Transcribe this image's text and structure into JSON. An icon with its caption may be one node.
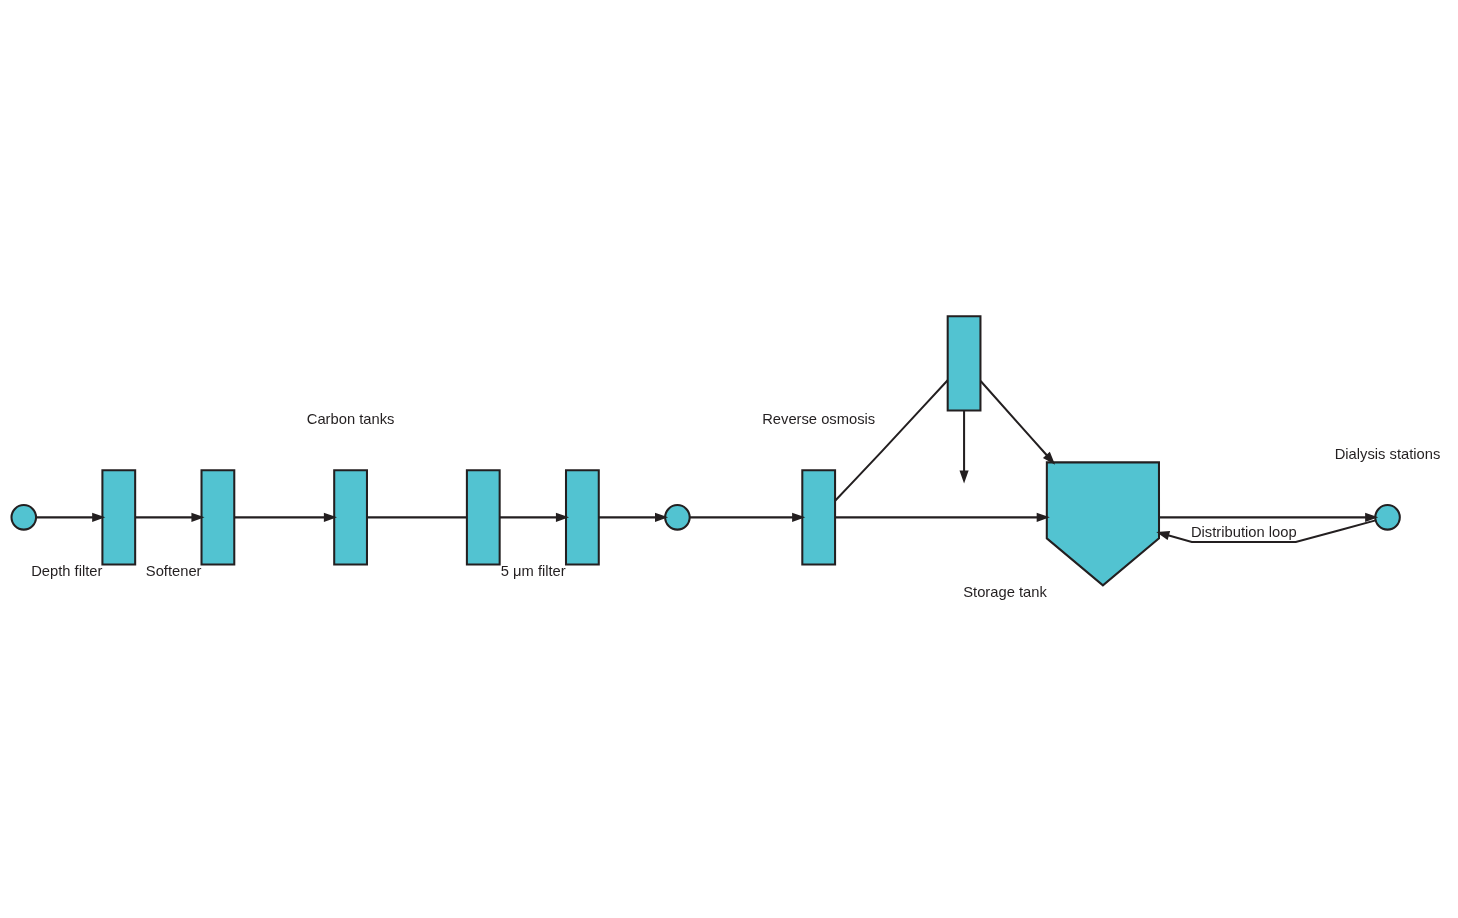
{
  "diagram": {
    "nodes": [
      {
        "text": [],
        "shape": "circle"
      },
      {
        "text": [],
        "shape": "box",
        "beside": [
          "Depth filter"
        ]
      },
      {
        "text": [],
        "shape": "box",
        "beside": [
          "Softener"
        ]
      },
      {
        "text": [],
        "shape": "box"
      },
      {
        "text": [],
        "shape": "box"
      },
      {
        "text": [],
        "shape": "box",
        "beside": [
          "5 μm filter"
        ]
      },
      {
        "text": [],
        "shape": "circle"
      },
      {
        "text": [],
        "shape": "box"
      },
      {
        "text": [],
        "shape": "box"
      },
      {
        "text": [],
        "shape": "pentagon",
        "beside": [
          "Storage tank"
        ]
      },
      {
        "text": [],
        "shape": "circle"
      }
    ],
    "edges": [
      {
        "from": 0,
        "to": 1,
        "arrow": "to"
      },
      {
        "from": 1,
        "to": 2,
        "arrow": "to"
      },
      {
        "from": 2,
        "to": 3,
        "arrow": "to"
      },
      {
        "from": 3,
        "to": 4,
        "arrow": "none"
      },
      {
        "from": 4,
        "to": 5,
        "arrow": "to"
      },
      {
        "from": 5,
        "to": 6,
        "arrow": "to"
      },
      {
        "from": 6,
        "to": 7,
        "arrow": "to"
      },
      {
        "from": 7,
        "to": 8,
        "arrow": "none"
      },
      {
        "from": 8,
        "to": null,
        "arrow": "to"
      },
      {
        "from": 7,
        "to": 9,
        "arrow": "to"
      },
      {
        "from": 8,
        "to": 9,
        "arrow": "to"
      },
      {
        "from": 9,
        "to": 10,
        "arrow": "to"
      },
      {
        "from": 10,
        "to": 9,
        "arrow": "to",
        "label": "Distribution loop"
      }
    ],
    "labels": [
      "Reverse osmosis",
      "Carbon tanks",
      "Dialysis stations"
    ]
  }
}
